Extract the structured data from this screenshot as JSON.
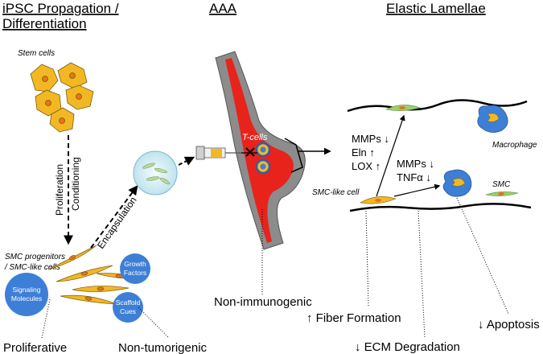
{
  "headers": {
    "ipsc_line1": "iPSC Propagation /",
    "ipsc_line2": "Differentiation",
    "aaa": "AAA",
    "elastic": "Elastic Lamellae"
  },
  "left": {
    "stem_cells": "Stem cells",
    "proliferation": "Proliferation",
    "conditioning": "Conditioning",
    "smc_progenitors_line1": "SMC progenitors",
    "smc_progenitors_line2": "/ SMC-like cells",
    "encapsulation": "Encapsulation",
    "signaling_line1": "Signaling",
    "signaling_line2": "Molecules",
    "growth_line1": "Growth",
    "growth_line2": "Factors",
    "scaffold_line1": "Scaffold",
    "scaffold_line2": "Cues",
    "proliferative": "Proliferative",
    "non_tumorigenic": "Non-tumorigenic"
  },
  "middle": {
    "t_cells": "T-cells",
    "non_immunogenic": "Non-immunogenic"
  },
  "right": {
    "mmps_down_1": "MMPs ↓",
    "eln_up": "Eln ↑",
    "lox_up": "LOX ↑",
    "mmps_down_2": "MMPs ↓",
    "tnfa_down": "TNFα ↓",
    "macrophage": "Macrophage",
    "smc_like_cell": "SMC-like cell",
    "smc": "SMC",
    "fiber_formation": "↑ Fiber Formation",
    "apoptosis": "↓ Apoptosis",
    "ecm_degradation": "↓ ECM Degradation"
  },
  "colors": {
    "cell_yellow": "#f2b824",
    "cell_nucleus": "#e8731c",
    "vessel_red": "#e8231c",
    "vessel_wall": "#8c8c8c",
    "bubble_blue": "#3d7fd6",
    "smc_green": "#9ad06a"
  }
}
